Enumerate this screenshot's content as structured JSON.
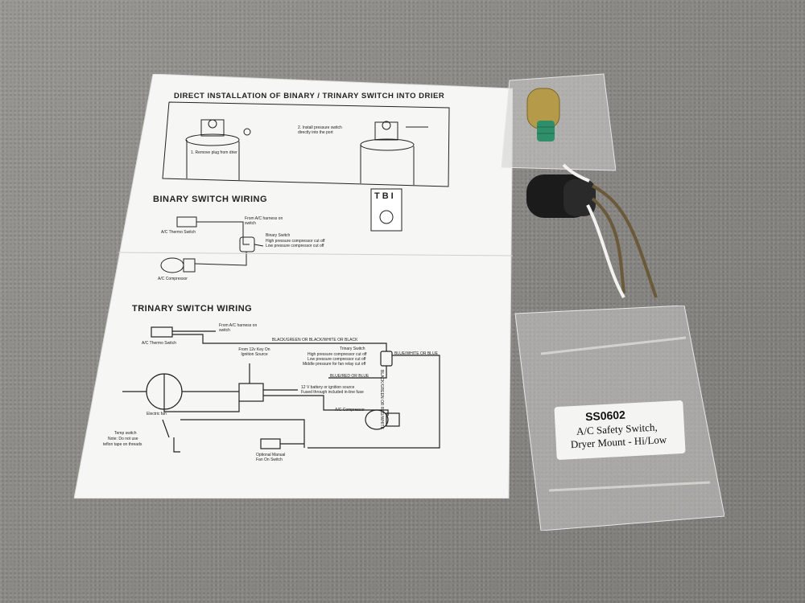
{
  "instruction_sheet": {
    "title_main": "DIRECT INSTALLATION OF BINARY / TRINARY SWITCH INTO DRIER",
    "step1": "1. Remove plug from drier",
    "step2": "2. Install pressure switch directly into the port",
    "section_binary": "BINARY SWITCH WIRING",
    "section_trinary": "TRINARY SWITCH WIRING",
    "logo_letters": "TBI",
    "binary": {
      "ac_thermo_switch": "A/C Thermo Switch",
      "from_ac_harness": "From A/C harness on switch",
      "binary_switch": "Binary Switch",
      "binary_desc1": "High pressure compressor cut off",
      "binary_desc2": "Low pressure compressor cut off",
      "ac_compressor": "A/C Compressor"
    },
    "trinary": {
      "ac_thermo_switch": "A/C Thermo Switch",
      "from_ac_harness": "From A/C harness on switch",
      "wire_top": "BLACK/GREEN OR BLACK/WHITE OR BLACK",
      "trinary_switch": "Trinary Switch",
      "trinary_desc1": "High pressure compressor cut off",
      "trinary_desc2": "Low pressure compressor cut off",
      "trinary_desc3": "Middle pressure for fan relay cut off",
      "wire_right": "BLUE/WHITE OR BLUE",
      "wire_blue_red": "BLUE/RED OR BLUE",
      "wire_vertical": "BLACK/GREEN OR RED/WHITE",
      "from_12v": "From 12v Key On Ignition Source",
      "battery_source1": "12 V battery or ignition source",
      "battery_source2": "Fused through included in-line fuse",
      "electric_fan": "Electric fan",
      "ac_compressor": "A/C Compressor",
      "temp_switch1": "Temp switch",
      "temp_switch2": "Note: Do not use",
      "temp_switch3": "teflon tape on threads",
      "optional1": "Optional Manual",
      "optional2": "Fan On Switch"
    }
  },
  "product_bag": {
    "part_number": "SS0602",
    "desc_line1": "A/C Safety Switch,",
    "desc_line2": "Dryer Mount - Hi/Low"
  },
  "colors": {
    "counter": "#8f8d89",
    "paper": "#f6f6f4",
    "bag": "#c9c9c7",
    "connector": "#1b1b1b",
    "wire_brown": "#6b5a3a",
    "switch_brass": "#b59a4a",
    "switch_green": "#2e8f6a"
  }
}
